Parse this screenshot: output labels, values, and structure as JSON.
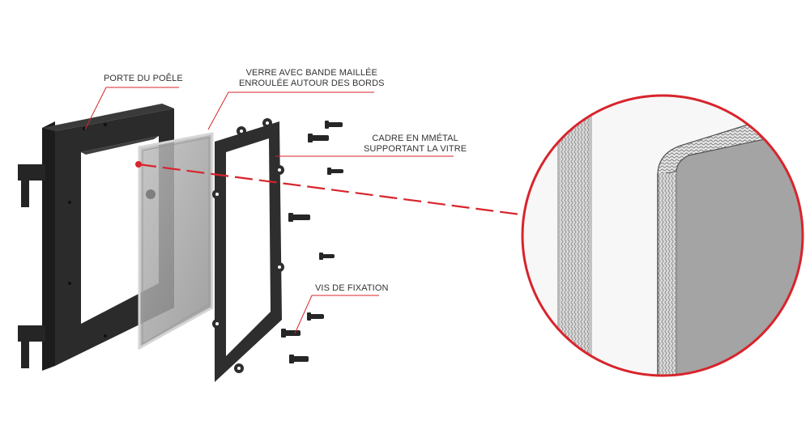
{
  "labels": {
    "door": "PORTE DU POÊLE",
    "glass_line1": "VERRE AVEC BANDE MAILLÉE",
    "glass_line2": "ENROULÉE AUTOUR DES BORDS",
    "frame_line1": "CADRE EN MMÉTAL",
    "frame_line2": "SUPPORTANT LA VITRE",
    "screws": "VIS DE FIXATION"
  },
  "colors": {
    "accent": "#d8242c",
    "part_dark": "#2b2b2b",
    "glass": "#a9a9a9",
    "label_text": "#333333"
  },
  "parts": {
    "door": "stove-door",
    "glass": "glass-with-mesh-band",
    "frame": "metal-frame",
    "screws": "fixing-screws",
    "detail": "magnified-edge-detail"
  }
}
